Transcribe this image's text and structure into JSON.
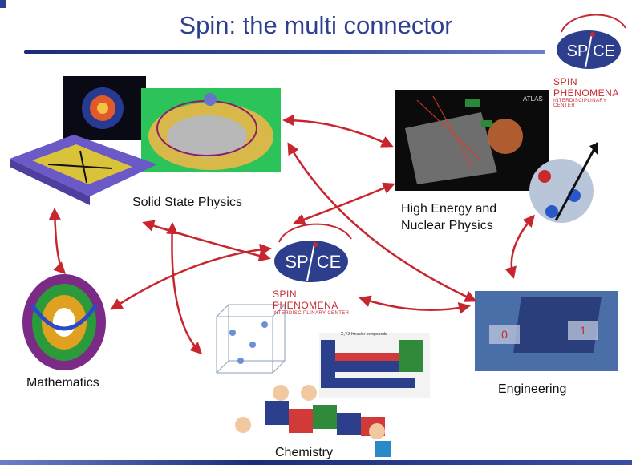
{
  "title": "Spin: the multi connector",
  "logo": {
    "mark_left": "SP",
    "mark_right": "CE",
    "line1": "SPIN",
    "line2": "PHENOMENA",
    "line3": "INTERDISCIPLINARY CENTER"
  },
  "nodes": {
    "solid_state": "Solid State Physics",
    "high_energy_1": "High Energy and",
    "high_energy_2": "Nuclear Physics",
    "mathematics": "Mathematics",
    "engineering": "Engineering",
    "chemistry": "Chemistry"
  },
  "image_text": {
    "atlas": "ATLAS",
    "periodic_header": "X₂YZ Heusler compounds",
    "bit_0": "0",
    "bit_1": "1"
  },
  "colors": {
    "title": "#2e3f8f",
    "arrow": "#c8262f",
    "logo_blue": "#2c3e8c",
    "logo_red": "#c52a32"
  }
}
